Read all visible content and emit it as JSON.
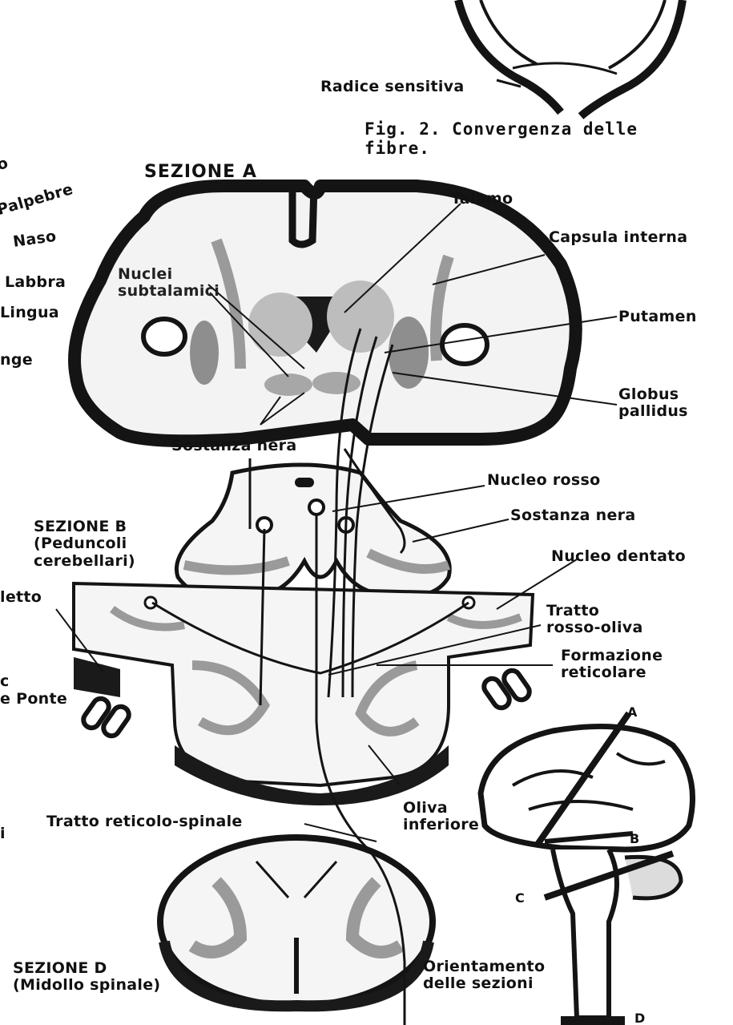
{
  "figure": {
    "caption": "Fig. 2. Convergenza delle\nfibre.",
    "top_label": "Radice sensitiva"
  },
  "sections": {
    "a": "SEZIONE A",
    "b": "SEZIONE B\n(Peduncoli\ncerebellari)",
    "d": "SEZIONE D\n(Midollo spinale)"
  },
  "left_labels": {
    "cut_o": "o",
    "palpebre": "Palpebre",
    "naso": "Naso",
    "labbra": "Labbra",
    "lingua": "Lingua",
    "nge": "nge",
    "letto": "letto",
    "c_mark": "c",
    "e_ponte": "e Ponte",
    "i_mark": "i"
  },
  "structures": {
    "nuclei_subtalamici": "Nuclei\nsubtalamici",
    "talamo": "Talamo",
    "capsula_interna": "Capsula interna",
    "putamen": "Putamen",
    "globus_pallidus": "Globus\npallidus",
    "sostanza_nera_a": "Sostanza nera",
    "nucleo_rosso": "Nucleo rosso",
    "sostanza_nera_b": "Sostanza nera",
    "nucleo_dentato": "Nucleo dentato",
    "tratto_rosso_oliva": "Tratto\nrosso-oliva",
    "formazione_reticolare": "Formazione\nreticolare",
    "tratto_reticolo_spinale": "Tratto reticolo-spinale",
    "oliva_inferiore": "Oliva\ninferiore"
  },
  "orientation": {
    "title": "Orientamento\ndelle sezioni",
    "a": "A",
    "b": "B",
    "c": "C",
    "d": "D"
  }
}
